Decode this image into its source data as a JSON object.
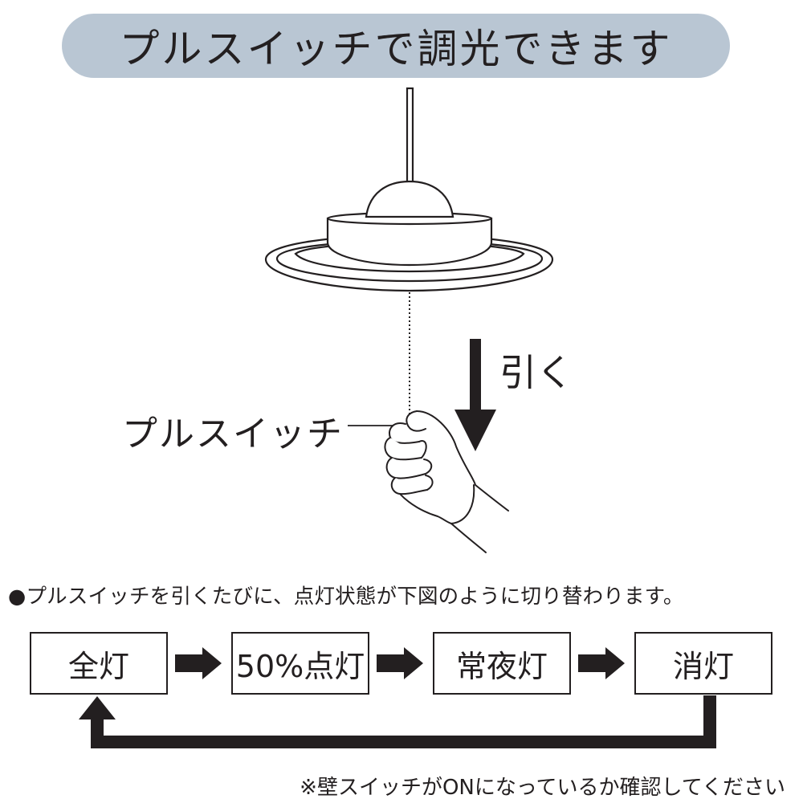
{
  "title": "プルスイッチで調光できます",
  "labels": {
    "pull": "引く",
    "pull_switch": "プルスイッチ"
  },
  "explanation": "●プルスイッチを引くたびに、点灯状態が下図のように切り替わります。",
  "states": [
    "全灯",
    "50%点灯",
    "常夜灯",
    "消灯"
  ],
  "note": "※壁スイッチがONになっているか確認してください",
  "colors": {
    "banner": "#b9c6d3",
    "ink": "#231f20"
  }
}
